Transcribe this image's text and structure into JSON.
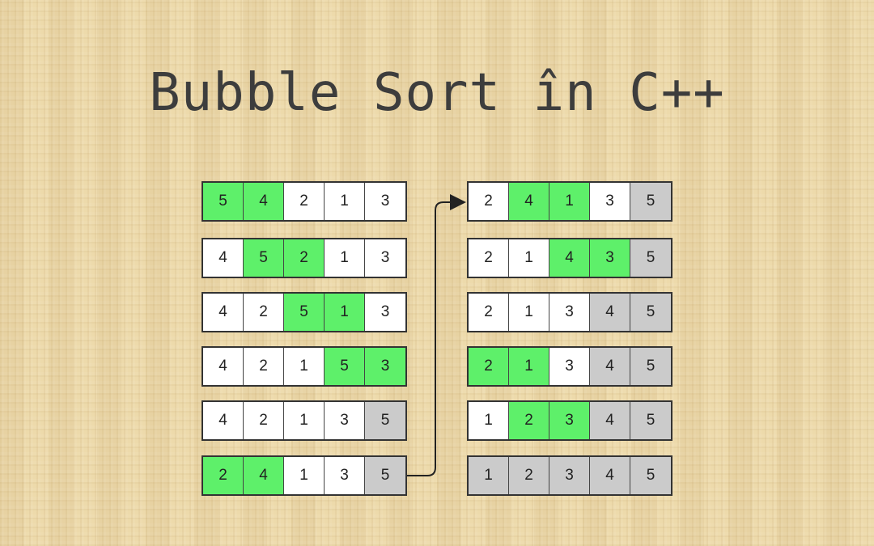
{
  "title": "Bubble Sort în C++",
  "colors": {
    "swap": "#5ef06a",
    "unsorted": "#ffffff",
    "sorted": "#cbcbcb"
  },
  "left_rows": [
    {
      "values": [
        "5",
        "4",
        "2",
        "1",
        "3"
      ],
      "states": [
        "green",
        "green",
        "white",
        "white",
        "white"
      ]
    },
    {
      "values": [
        "4",
        "5",
        "2",
        "1",
        "3"
      ],
      "states": [
        "white",
        "green",
        "green",
        "white",
        "white"
      ]
    },
    {
      "values": [
        "4",
        "2",
        "5",
        "1",
        "3"
      ],
      "states": [
        "white",
        "white",
        "green",
        "green",
        "white"
      ]
    },
    {
      "values": [
        "4",
        "2",
        "1",
        "5",
        "3"
      ],
      "states": [
        "white",
        "white",
        "white",
        "green",
        "green"
      ]
    },
    {
      "values": [
        "4",
        "2",
        "1",
        "3",
        "5"
      ],
      "states": [
        "white",
        "white",
        "white",
        "white",
        "gray"
      ]
    },
    {
      "values": [
        "2",
        "4",
        "1",
        "3",
        "5"
      ],
      "states": [
        "green",
        "green",
        "white",
        "white",
        "gray"
      ]
    }
  ],
  "right_rows": [
    {
      "values": [
        "2",
        "4",
        "1",
        "3",
        "5"
      ],
      "states": [
        "white",
        "green",
        "green",
        "white",
        "gray"
      ]
    },
    {
      "values": [
        "2",
        "1",
        "4",
        "3",
        "5"
      ],
      "states": [
        "white",
        "white",
        "green",
        "green",
        "gray"
      ]
    },
    {
      "values": [
        "2",
        "1",
        "3",
        "4",
        "5"
      ],
      "states": [
        "white",
        "white",
        "white",
        "gray",
        "gray"
      ]
    },
    {
      "values": [
        "2",
        "1",
        "3",
        "4",
        "5"
      ],
      "states": [
        "green",
        "green",
        "white",
        "gray",
        "gray"
      ]
    },
    {
      "values": [
        "1",
        "2",
        "3",
        "4",
        "5"
      ],
      "states": [
        "white",
        "green",
        "green",
        "gray",
        "gray"
      ]
    },
    {
      "values": [
        "1",
        "2",
        "3",
        "4",
        "5"
      ],
      "states": [
        "gray",
        "gray",
        "gray",
        "gray",
        "gray"
      ]
    }
  ]
}
